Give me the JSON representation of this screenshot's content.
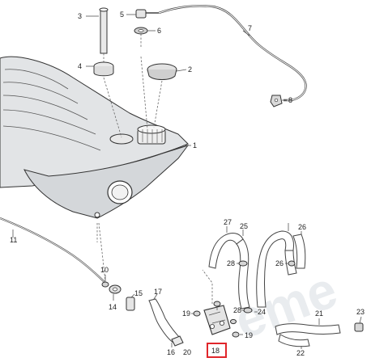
{
  "diagram": {
    "watermark": "eme",
    "highlight_color": "#e0262b",
    "highlighted_part": "18",
    "callouts": [
      {
        "id": "c1",
        "label": "1"
      },
      {
        "id": "c2",
        "label": "2"
      },
      {
        "id": "c3",
        "label": "3"
      },
      {
        "id": "c4",
        "label": "4"
      },
      {
        "id": "c5",
        "label": "5"
      },
      {
        "id": "c6",
        "label": "6"
      },
      {
        "id": "c7",
        "label": "7"
      },
      {
        "id": "c8",
        "label": "8"
      },
      {
        "id": "c10",
        "label": "10"
      },
      {
        "id": "c11",
        "label": "11"
      },
      {
        "id": "c14",
        "label": "14"
      },
      {
        "id": "c15",
        "label": "15"
      },
      {
        "id": "c16",
        "label": "16"
      },
      {
        "id": "c17",
        "label": "17"
      },
      {
        "id": "c18",
        "label": "18"
      },
      {
        "id": "c19a",
        "label": "19"
      },
      {
        "id": "c19b",
        "label": "19"
      },
      {
        "id": "c20",
        "label": "20"
      },
      {
        "id": "c21",
        "label": "21"
      },
      {
        "id": "c22",
        "label": "22"
      },
      {
        "id": "c23",
        "label": "23"
      },
      {
        "id": "c24",
        "label": "24"
      },
      {
        "id": "c25",
        "label": "25"
      },
      {
        "id": "c26a",
        "label": "26"
      },
      {
        "id": "c26b",
        "label": "26"
      },
      {
        "id": "c27",
        "label": "27"
      },
      {
        "id": "c28a",
        "label": "28"
      },
      {
        "id": "c28b",
        "label": "28"
      }
    ]
  }
}
